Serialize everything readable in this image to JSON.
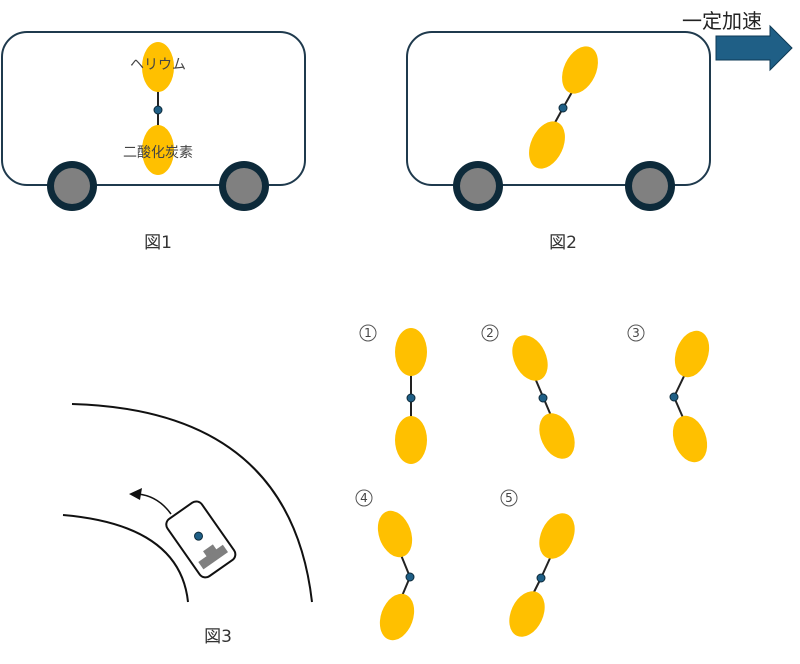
{
  "figure1": {
    "caption": "図1",
    "balloon_top_label": "ヘリウム",
    "balloon_bottom_label": "二酸化炭素"
  },
  "figure2": {
    "caption": "図2",
    "arrow_label": "一定加速"
  },
  "figure3": {
    "caption": "図3"
  },
  "options": [
    {
      "label": "1"
    },
    {
      "label": "2"
    },
    {
      "label": "3"
    },
    {
      "label": "4"
    },
    {
      "label": "5"
    }
  ],
  "colors": {
    "balloon": "#ffc000",
    "car_outline": "#1f3a4d",
    "wheel": "#0d2a3a",
    "arrow": "#1f5f86"
  }
}
